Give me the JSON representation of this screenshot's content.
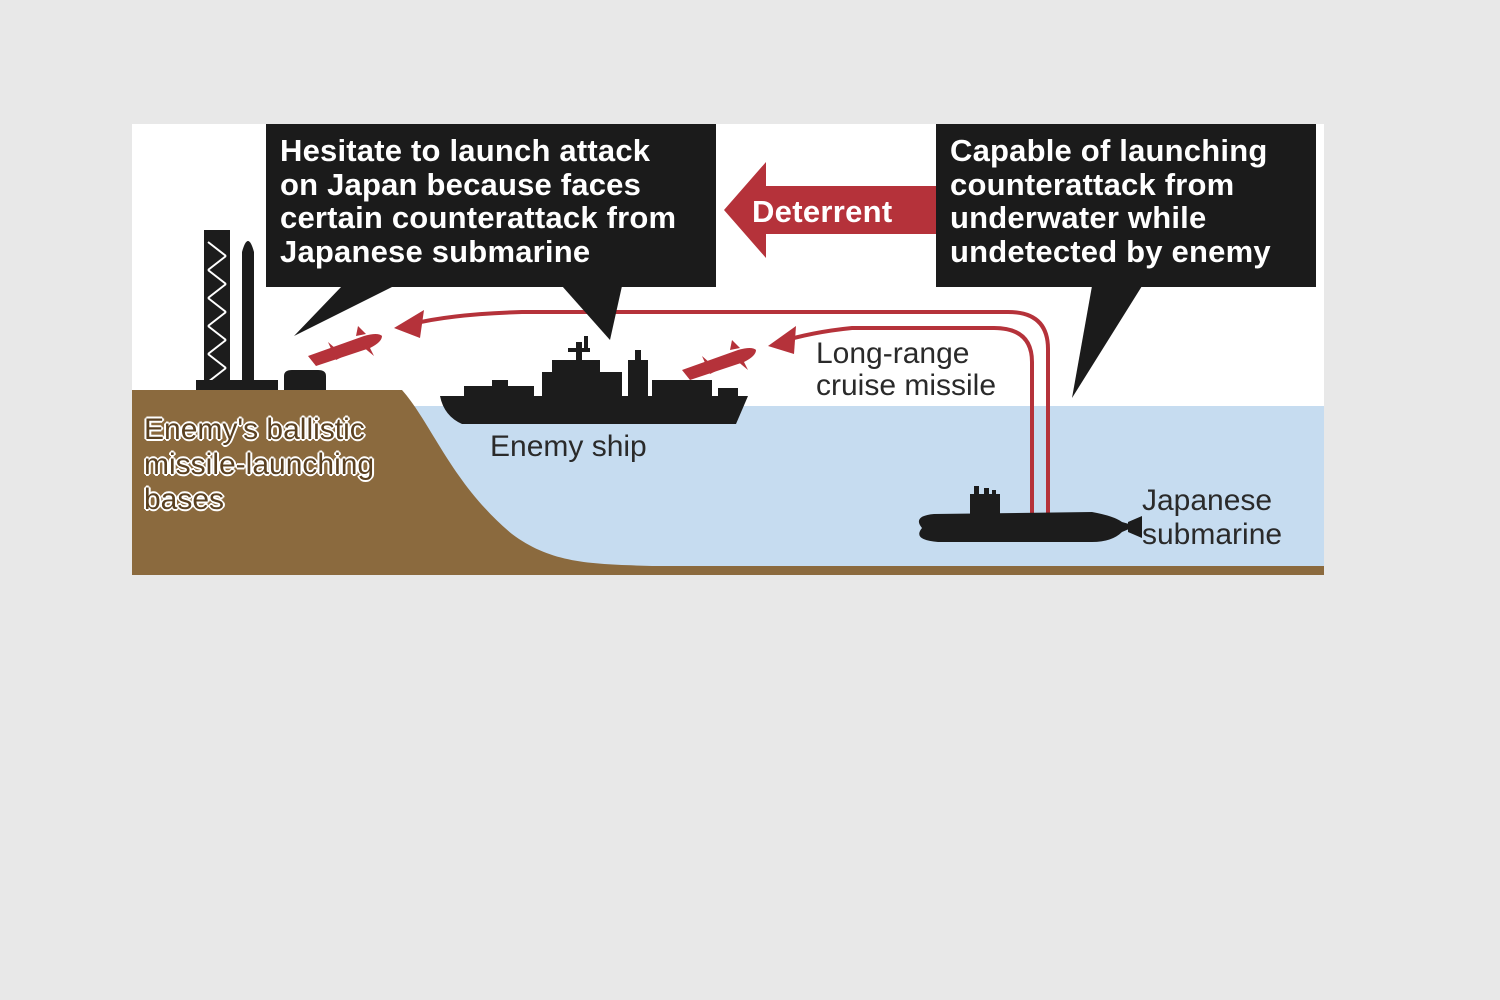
{
  "callouts": {
    "enemy": {
      "lines": [
        "Hesitate to launch attack",
        "on Japan because faces",
        "certain counterattack from",
        "Japanese submarine"
      ]
    },
    "submarine": {
      "lines": [
        "Capable of launching",
        "counterattack from",
        "underwater while",
        "undetected by enemy"
      ]
    }
  },
  "deterrent_label": "Deterrent",
  "labels": {
    "bases": [
      "Enemy's ballistic",
      "missile-launching",
      "bases"
    ],
    "ship": "Enemy ship",
    "cruise_missile": [
      "Long-range",
      "cruise missile"
    ],
    "submarine": [
      "Japanese",
      "submarine"
    ]
  },
  "colors": {
    "background": "#ffffff",
    "page": "#e8e8e8",
    "callout": "#1b1b1b",
    "arrow": "#b5323a",
    "sea": "#c6dcf0",
    "land": "#8b6a3e",
    "silhouette": "#1c1c1c"
  }
}
